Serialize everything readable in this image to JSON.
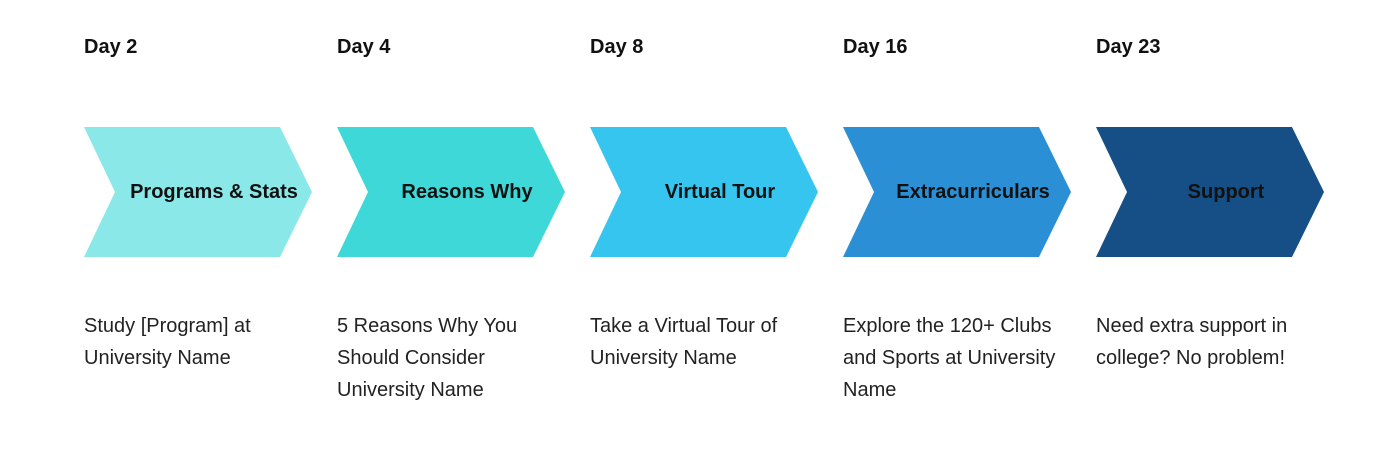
{
  "steps": [
    {
      "day": "Day 2",
      "title": "Programs & Stats",
      "desc": "Study [Program] at University Name",
      "color": "#8BE8E8"
    },
    {
      "day": "Day 4",
      "title": "Reasons Why",
      "desc": "5 Reasons Why You Should Consider University Name",
      "color": "#3ED8D8"
    },
    {
      "day": "Day 8",
      "title": "Virtual Tour",
      "desc": "Take a Virtual Tour of University Name",
      "color": "#36C5EE"
    },
    {
      "day": "Day 16",
      "title": "Extracurriculars",
      "desc": "Explore the 120+ Clubs and Sports at University Name",
      "color": "#2B8FD6"
    },
    {
      "day": "Day 23",
      "title": "Support",
      "desc": "Need extra support in college? No problem!",
      "color": "#154F86"
    }
  ]
}
